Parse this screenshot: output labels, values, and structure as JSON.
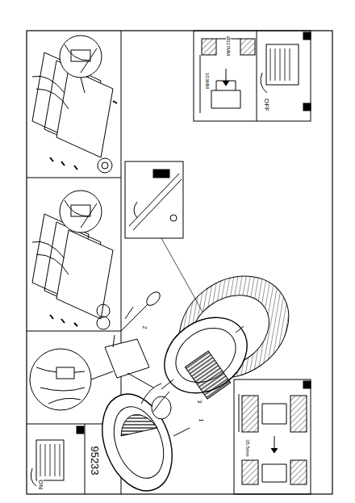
{
  "diagram": {
    "labels": [
      "95233",
      "ON",
      "OFF",
      "Ø117MM",
      "103MM",
      "35.5mm",
      "1",
      "2",
      "3"
    ]
  }
}
